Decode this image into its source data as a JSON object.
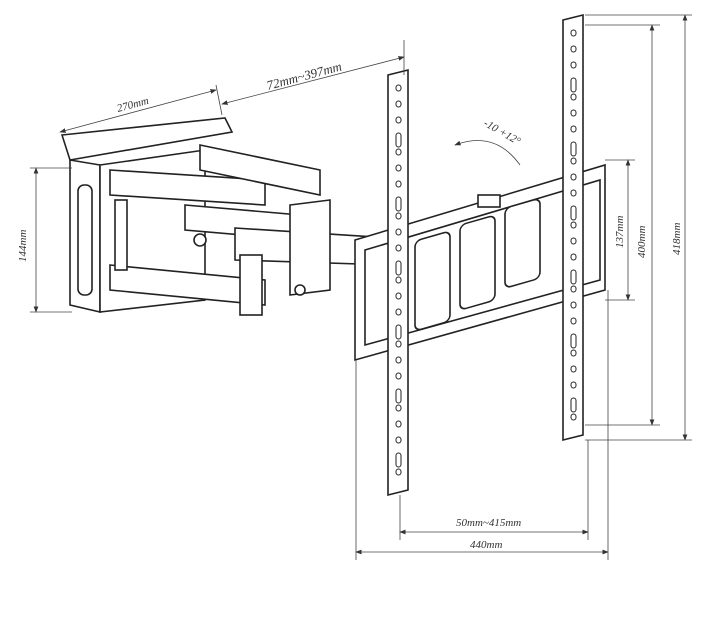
{
  "title": "TV wall mount dimensions",
  "dimensions": {
    "wall_plate_width": "270mm",
    "extension": "72mm~397mm",
    "tilt": "-10  +12°",
    "wall_plate_height": "144mm",
    "frame_height": "137mm",
    "max_vesa_vertical": "400mm",
    "overall_height": "418mm",
    "vesa_horizontal": "50mm~415mm",
    "overall_width": "440mm"
  }
}
